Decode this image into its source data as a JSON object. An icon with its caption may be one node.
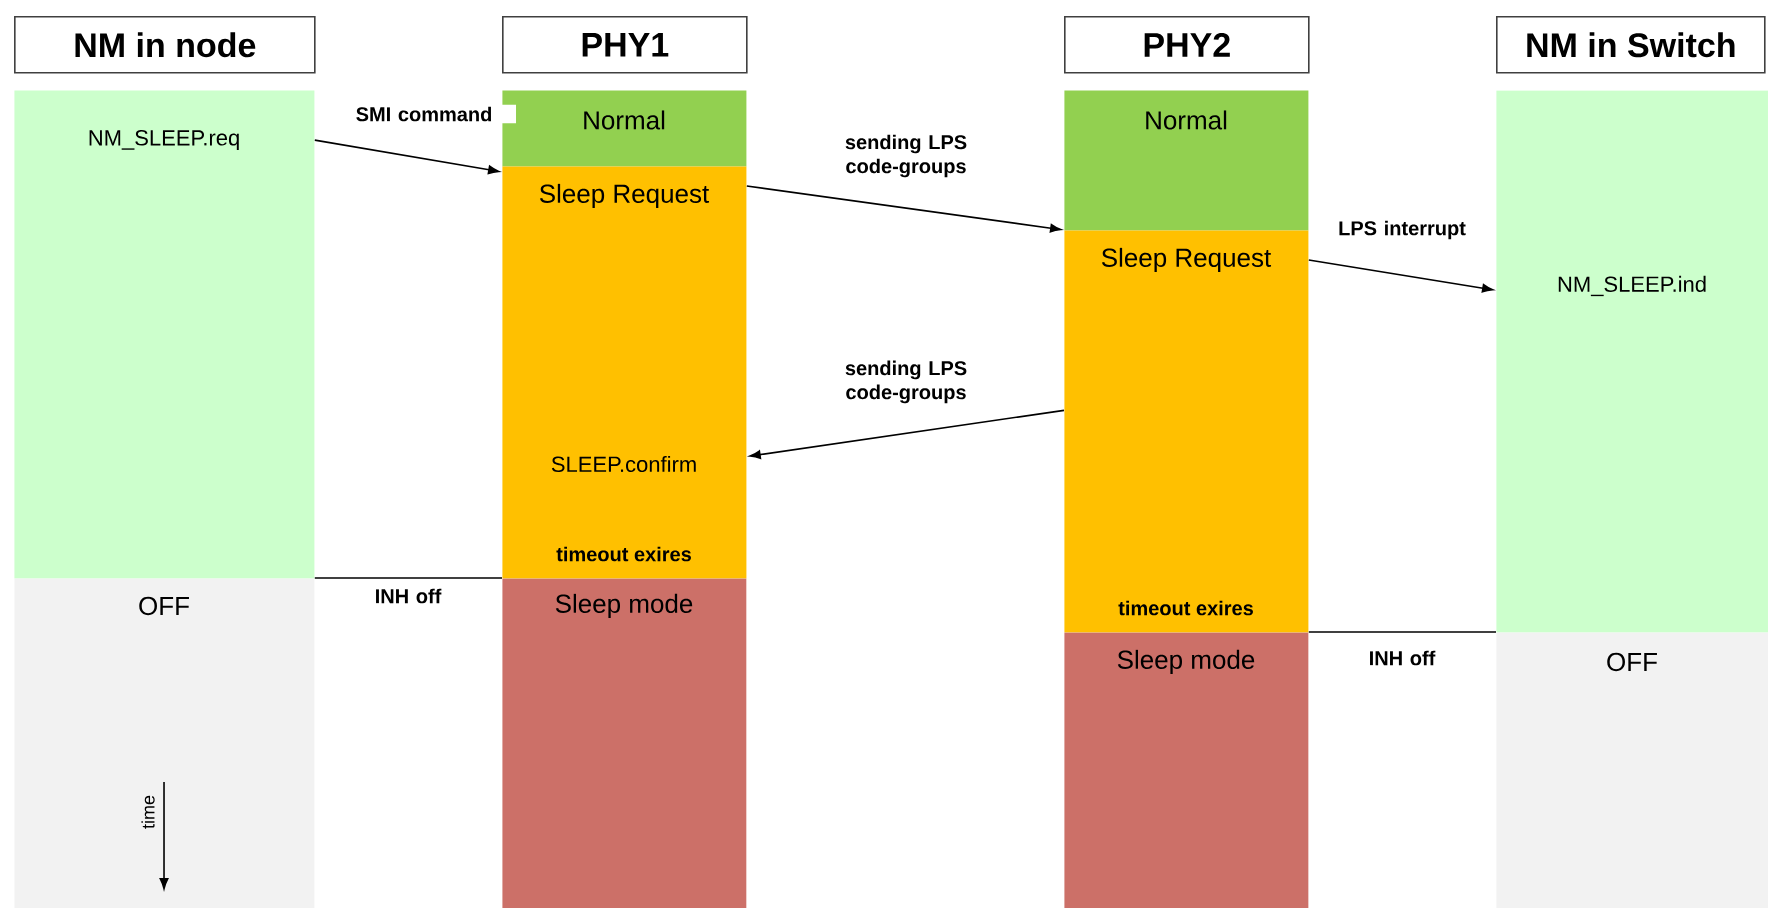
{
  "diagram": {
    "nodes": [
      {
        "text": [
          "NM in node"
        ]
      },
      {
        "text": [
          "PHY1"
        ]
      },
      {
        "text": [
          "PHY2"
        ]
      },
      {
        "text": [
          "NM in Switch"
        ]
      },
      {
        "text": [
          "NM_SLEEP.req"
        ]
      },
      {
        "text": [
          "OFF"
        ]
      },
      {
        "text": [
          "Normal"
        ]
      },
      {
        "text": [
          "Sleep Request",
          "SLEEP.confirm",
          "timeout exires"
        ]
      },
      {
        "text": [
          "Sleep mode"
        ]
      },
      {
        "text": [
          "Normal"
        ]
      },
      {
        "text": [
          "Sleep Request",
          "timeout exires"
        ]
      },
      {
        "text": [
          "Sleep mode"
        ]
      },
      {
        "text": [
          "NM_SLEEP.ind"
        ]
      },
      {
        "text": [
          "OFF"
        ]
      }
    ],
    "edges": [
      {
        "from": 4,
        "to": 7,
        "arrow": "to",
        "label": "SMI command"
      },
      {
        "from": 7,
        "to": 10,
        "arrow": "to",
        "label": "sending LPS code-groups"
      },
      {
        "from": 10,
        "to": 12,
        "arrow": "to",
        "label": "LPS interrupt"
      },
      {
        "from": 10,
        "to": 7,
        "arrow": "to",
        "label": "sending LPS code-groups"
      },
      {
        "from": 8,
        "to": 5,
        "arrow": "none",
        "label": "INH off"
      },
      {
        "from": 11,
        "to": 13,
        "arrow": "none",
        "label": "INH off"
      }
    ],
    "labels": [
      "time"
    ]
  }
}
